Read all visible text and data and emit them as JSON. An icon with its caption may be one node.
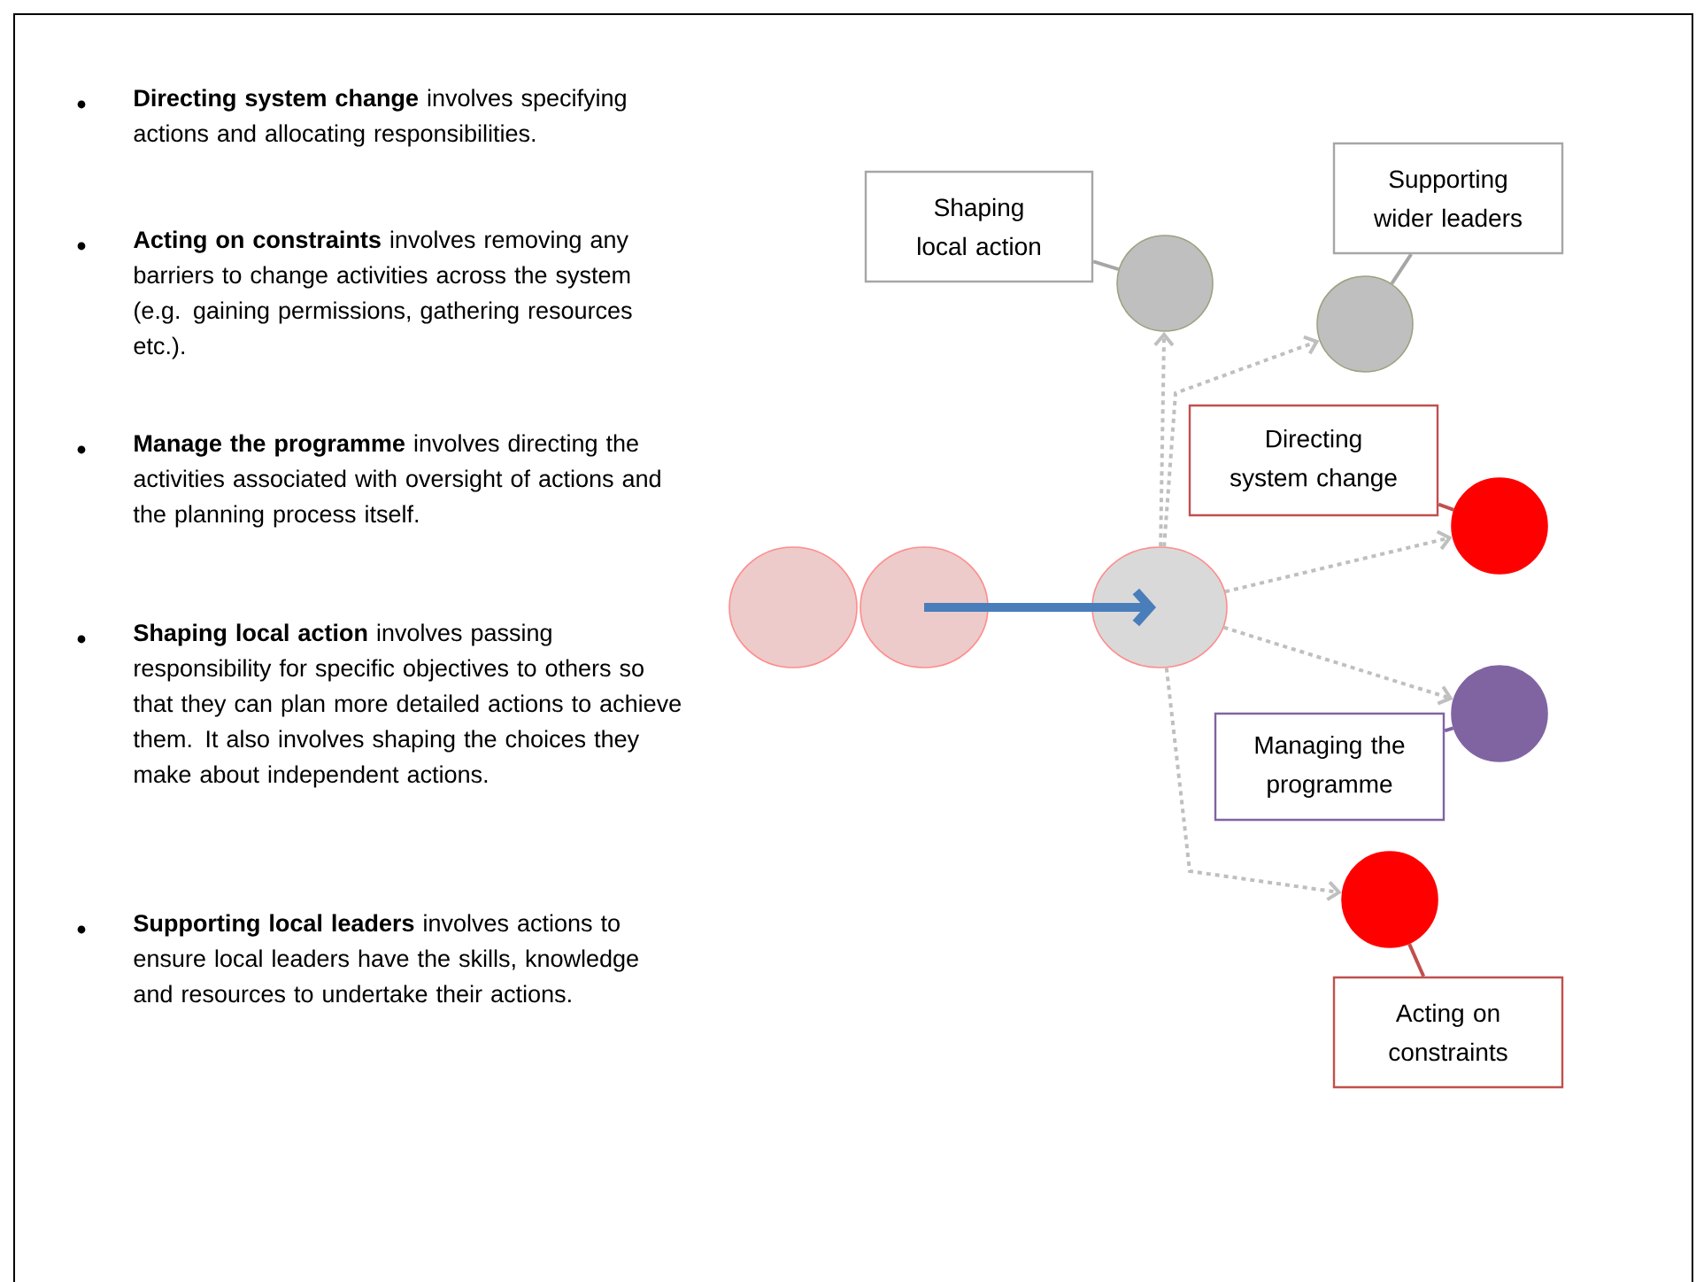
{
  "diagram": {
    "nodes": [
      {
        "text": [],
        "shape": "circle"
      },
      {
        "text": [],
        "shape": "circle"
      },
      {
        "text": [],
        "shape": "circle"
      },
      {
        "text": [
          "Shaping local action"
        ]
      },
      {
        "text": [],
        "shape": "circle"
      },
      {
        "text": [
          "Supporting wider leaders"
        ]
      },
      {
        "text": [],
        "shape": "circle"
      },
      {
        "text": [
          "Directing system change"
        ]
      },
      {
        "text": [],
        "shape": "circle"
      },
      {
        "text": [],
        "shape": "circle"
      },
      {
        "text": [
          "Managing the programme"
        ]
      },
      {
        "text": [],
        "shape": "circle"
      },
      {
        "text": [
          "Acting on constraints"
        ]
      }
    ],
    "edges": [
      {
        "from": 1,
        "to": 2,
        "arrow": "to",
        "style": "thick",
        "color": "#4a7ebb"
      },
      {
        "from": 2,
        "to": 4,
        "arrow": "to",
        "style": "dashed",
        "color": "#bfbfbf"
      },
      {
        "from": 2,
        "to": 6,
        "arrow": "to",
        "style": "dashed",
        "color": "#bfbfbf"
      },
      {
        "from": 2,
        "to": 8,
        "arrow": "to",
        "style": "dashed",
        "color": "#bfbfbf"
      },
      {
        "from": 2,
        "to": 9,
        "arrow": "to",
        "style": "dashed",
        "color": "#bfbfbf"
      },
      {
        "from": 2,
        "to": 11,
        "arrow": "to",
        "style": "dashed",
        "color": "#bfbfbf"
      },
      {
        "from": 3,
        "to": 4,
        "arrow": "none"
      },
      {
        "from": 5,
        "to": 6,
        "arrow": "none"
      },
      {
        "from": 7,
        "to": 8,
        "arrow": "none",
        "color": "#c0504d"
      },
      {
        "from": 10,
        "to": 9,
        "arrow": "none",
        "color": "#8064a2"
      },
      {
        "from": 12,
        "to": 11,
        "arrow": "none",
        "color": "#c0504d"
      }
    ],
    "labels": [
      "**Directing system change** involves specifying actions and allocating responsibilities.",
      "**Acting on constraints** involves removing any barriers to change activities across the system (e.g. gaining permissions, gathering resources etc.).",
      "**Manage the programme** involves directing the activities associated with oversight of actions and the planning process itself.",
      "**Shaping local action** involves passing responsibility for specific objectives to others so that they can plan more detailed actions to achieve them. It also involves shaping the choices they make about independent actions.",
      "**Supporting local leaders** involves actions to ensure local leaders have the skills, knowledge and resources to undertake their actions."
    ]
  }
}
